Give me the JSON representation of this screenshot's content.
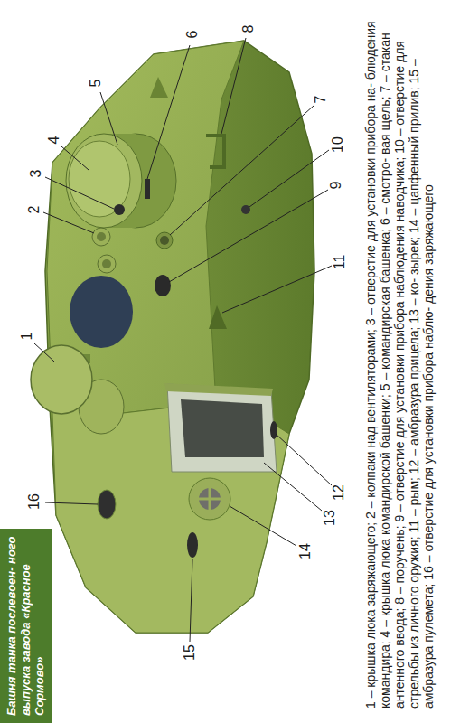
{
  "diagram": {
    "title": "Башня танка послевоен- ного выпуска завода «Красное Сормово»",
    "caption": "1 – крышка люка заряжающего; 2 – колпаки над вентиляторами; 3 – отверстие для установки прибора на- блюдения командира; 4 – крышка люка командирской башенки; 5 – командирская башенка; 6 – смотро- вая щель; 7 – стакан антенного ввода; 8 – поручень; 9 – отверстие для установки прибора наблюдения наводчика; 10 – отверстие для стрельбы из личного оружия; 11 – рым; 12 – амбразура прицела; 13 – ко- зырек; 14 – цапфенный прилив; 15 – амбразура пулемета; 16 – отверстие для установки прибора наблю- дения заряжающего",
    "labels": [
      "1",
      "2",
      "3",
      "4",
      "5",
      "6",
      "7",
      "8",
      "9",
      "10",
      "11",
      "12",
      "13",
      "14",
      "15",
      "16"
    ]
  }
}
